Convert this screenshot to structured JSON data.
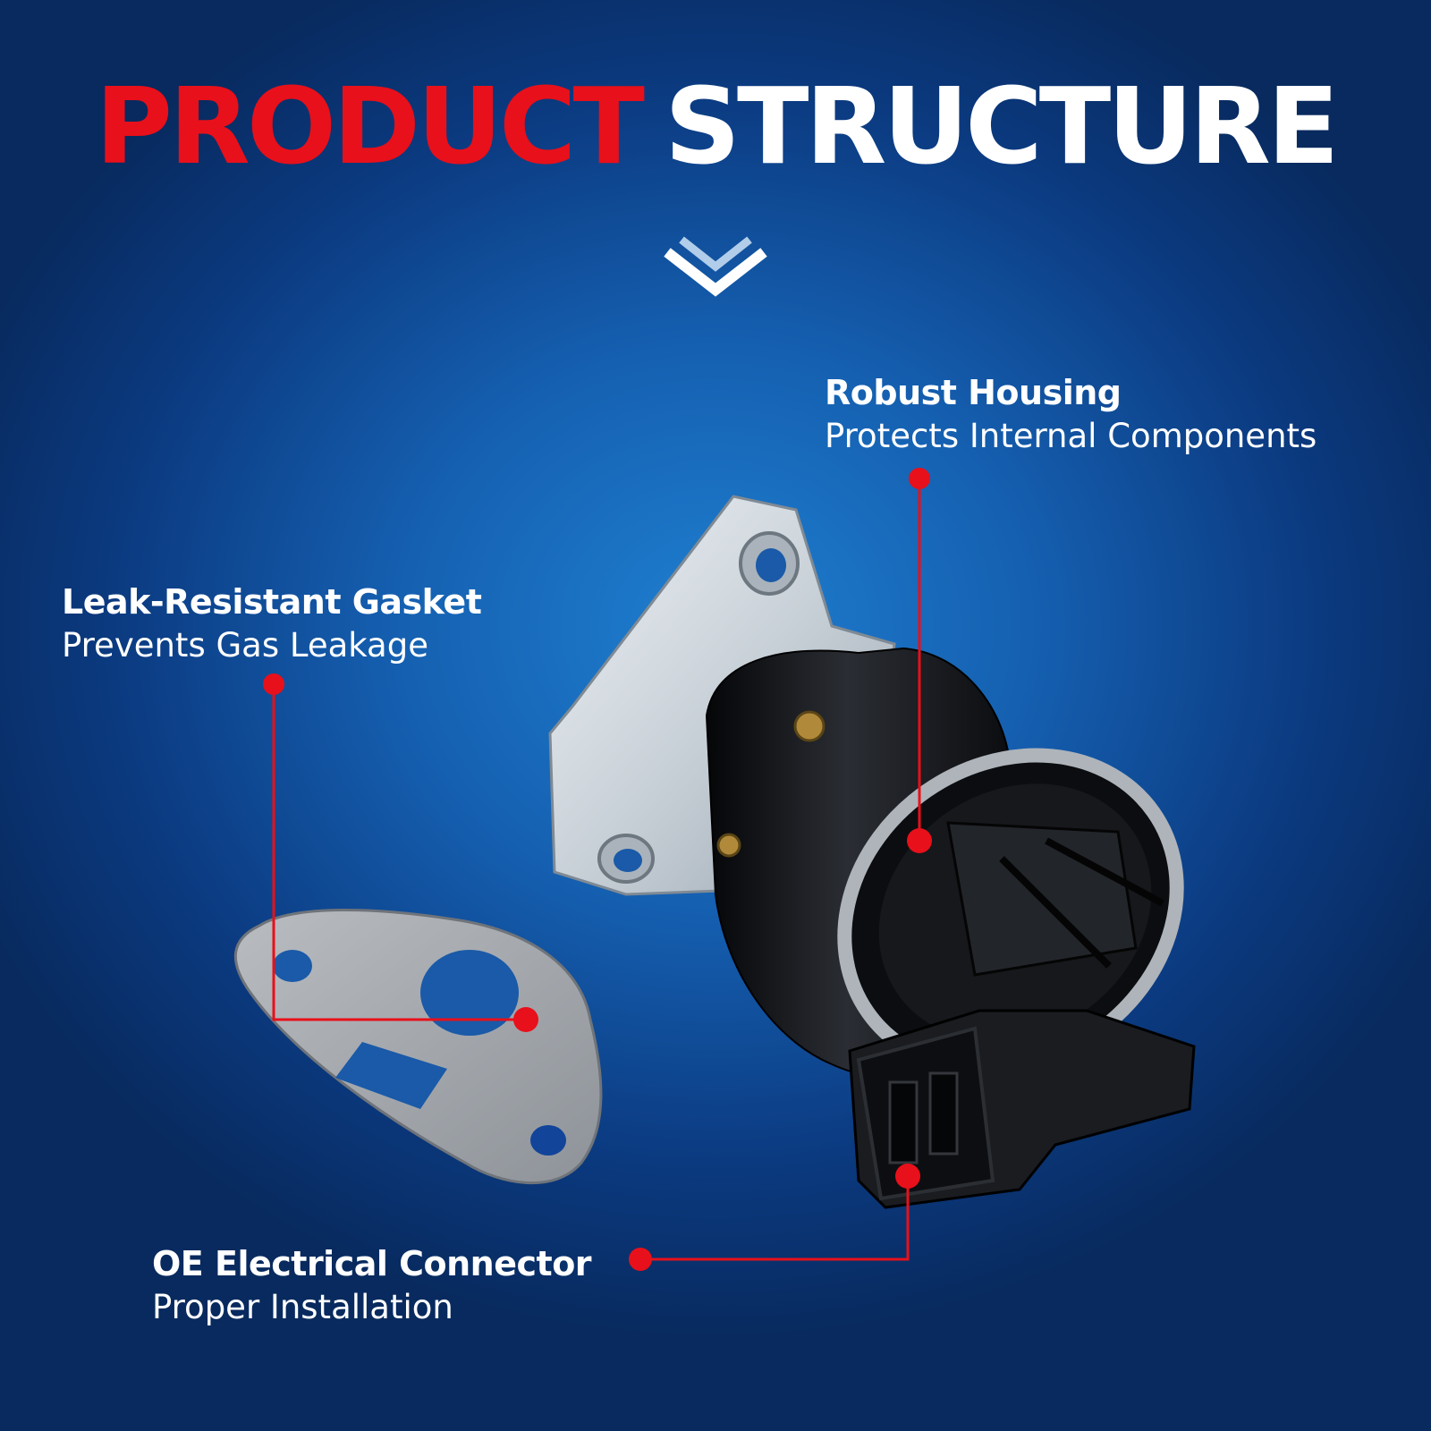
{
  "header": {
    "title_red": "PRODUCT",
    "title_white": "STRUCTURE"
  },
  "callouts": [
    {
      "heading": "Robust Housing",
      "description": "Protects Internal Components"
    },
    {
      "heading": "Leak-Resistant Gasket",
      "description": "Prevents Gas Leakage"
    },
    {
      "heading": "OE Electrical Connector",
      "description": "Proper Installation"
    }
  ],
  "colors": {
    "accent_red": "#e8101a",
    "background_blue": "#155fb0",
    "text_white": "#ffffff"
  },
  "icons": [
    "double-chevron-down-icon"
  ]
}
